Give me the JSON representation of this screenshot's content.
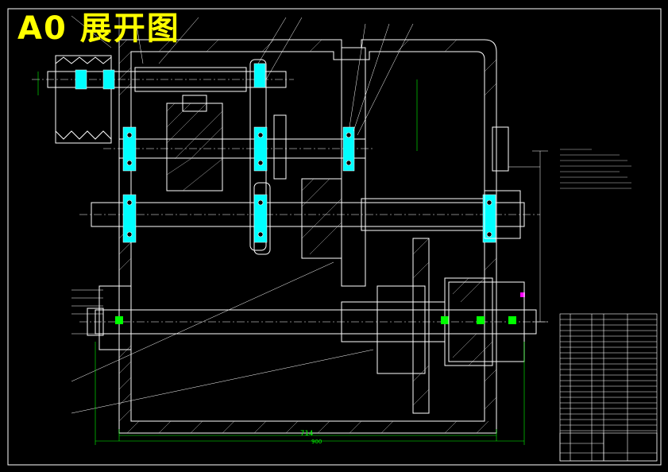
{
  "drawing": {
    "title": "A0 展开图",
    "overall_width_dim": "714",
    "sub_dim": "900"
  },
  "colors": {
    "background": "#000000",
    "lines": "#ffffff",
    "accent_green": "#00ff00",
    "bearing_cyan": "#00ffff",
    "title_yellow": "#ffff00",
    "marker_magenta": "#ff00ff"
  }
}
